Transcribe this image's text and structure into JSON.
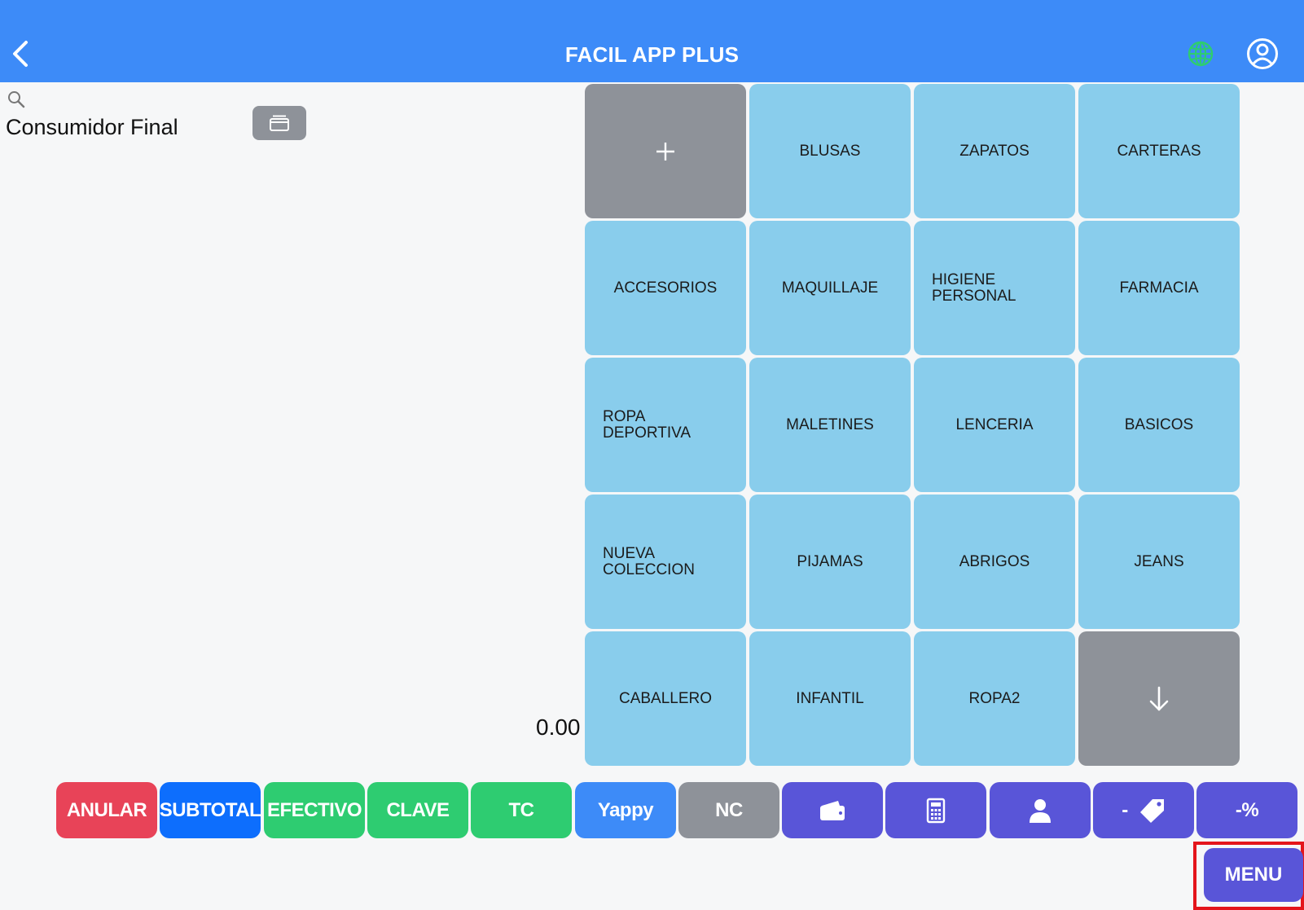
{
  "header": {
    "title": "FACIL APP PLUS"
  },
  "customer": {
    "name": "Consumidor Final"
  },
  "total": "0.00",
  "tiles": [
    {
      "label": "+",
      "color": "#8e9299",
      "align": "center"
    },
    {
      "label": "BLUSAS",
      "color": "#89cdec",
      "align": "center"
    },
    {
      "label": "ZAPATOS",
      "color": "#89cdec",
      "align": "center"
    },
    {
      "label": "CARTERAS",
      "color": "#89cdec",
      "align": "center"
    },
    {
      "label": "ACCESORIOS",
      "color": "#89cdec",
      "align": "center"
    },
    {
      "label": "MAQUILLAJE",
      "color": "#89cdec",
      "align": "center"
    },
    {
      "label": "HIGIENE\nPERSONAL",
      "color": "#89cdec",
      "align": "left"
    },
    {
      "label": "FARMACIA",
      "color": "#89cdec",
      "align": "center"
    },
    {
      "label": "ROPA\nDEPORTIVA",
      "color": "#89cdec",
      "align": "left"
    },
    {
      "label": "MALETINES",
      "color": "#89cdec",
      "align": "center"
    },
    {
      "label": "LENCERIA",
      "color": "#89cdec",
      "align": "center"
    },
    {
      "label": "BASICOS",
      "color": "#89cdec",
      "align": "center"
    },
    {
      "label": "NUEVA\nCOLECCION",
      "color": "#89cdec",
      "align": "left"
    },
    {
      "label": "PIJAMAS",
      "color": "#89cdec",
      "align": "center"
    },
    {
      "label": "ABRIGOS",
      "color": "#89cdec",
      "align": "center"
    },
    {
      "label": "JEANS",
      "color": "#89cdec",
      "align": "center"
    },
    {
      "label": "CABALLERO",
      "color": "#89cdec",
      "align": "center"
    },
    {
      "label": "INFANTIL",
      "color": "#89cdec",
      "align": "center"
    },
    {
      "label": "ROPA2",
      "color": "#89cdec",
      "align": "center"
    },
    {
      "label": "",
      "icon": "arrow-down-icon",
      "color": "#8e9299",
      "align": "center"
    }
  ],
  "actions": [
    {
      "label": "ANULAR",
      "color": "#e84358"
    },
    {
      "label": "SUBTOTAL",
      "color": "#0d6efd"
    },
    {
      "label": "EFECTIVO",
      "color": "#2ecc71"
    },
    {
      "label": "CLAVE",
      "color": "#2ecc71"
    },
    {
      "label": "TC",
      "color": "#2ecc71"
    },
    {
      "label": "Yappy",
      "color": "#3d8bf8"
    },
    {
      "label": "NC",
      "color": "#8e9299"
    },
    {
      "label": "",
      "icon": "wallet-icon",
      "color": "#5955d8"
    },
    {
      "label": "",
      "icon": "calculator-icon",
      "color": "#5955d8"
    },
    {
      "label": "",
      "icon": "person-icon",
      "color": "#5955d8"
    },
    {
      "label": "-",
      "icon": "tag-icon",
      "color": "#5955d8"
    },
    {
      "label": "-%",
      "color": "#5955d8"
    }
  ],
  "menu": {
    "label": "MENU",
    "color": "#5955d8"
  },
  "colors": {
    "header": "#3d8bf8",
    "globe": "#2ecc71",
    "highlight": "#e4151b"
  }
}
